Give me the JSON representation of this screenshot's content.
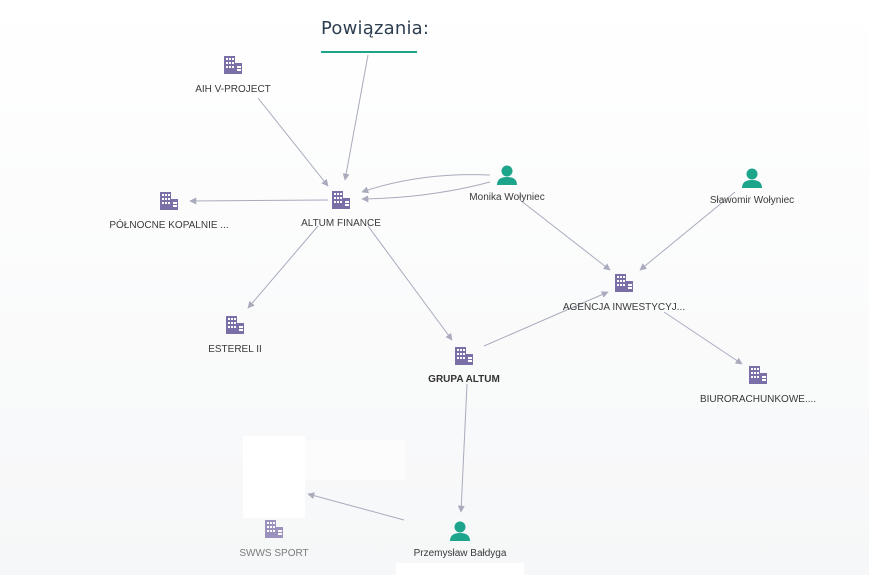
{
  "title": "Powiązania:",
  "colors": {
    "accent": "#1da58c",
    "company_icon": "#7b6fa8",
    "person_icon": "#1da58c",
    "edge": "#a9abbd",
    "title": "#2d3e50"
  },
  "nodes": [
    {
      "id": "aih",
      "type": "company",
      "label": "AIH V-PROJECT"
    },
    {
      "id": "altum_finance",
      "type": "company",
      "label": "ALTUM FINANCE"
    },
    {
      "id": "polnocne",
      "type": "company",
      "label": "PÓŁNOCNE KOPALNIE ..."
    },
    {
      "id": "esterel",
      "type": "company",
      "label": "ESTEREL II"
    },
    {
      "id": "grupa_altum",
      "type": "company",
      "label": "GRUPA ALTUM",
      "emphasis": "bold"
    },
    {
      "id": "agencja",
      "type": "company",
      "label": "AGENCJA INWESTYCYJ..."
    },
    {
      "id": "biurorachunkowe",
      "type": "company",
      "label": "BIURORACHUNKOWE...."
    },
    {
      "id": "swws",
      "type": "company",
      "label": "SWWS SPORT",
      "emphasis": "dim"
    },
    {
      "id": "monika",
      "type": "person",
      "label": "Monika Wołyniec"
    },
    {
      "id": "slawomir",
      "type": "person",
      "label": "Sławomir Wołyniec"
    },
    {
      "id": "przemyslaw",
      "type": "person",
      "label": "Przemysław Bałdyga"
    }
  ],
  "edges": [
    {
      "from": "title",
      "to": "altum_finance"
    },
    {
      "from": "aih",
      "to": "altum_finance"
    },
    {
      "from": "altum_finance",
      "to": "polnocne"
    },
    {
      "from": "monika",
      "to": "altum_finance"
    },
    {
      "from": "monika",
      "to": "altum_finance"
    },
    {
      "from": "altum_finance",
      "to": "esterel"
    },
    {
      "from": "altum_finance",
      "to": "grupa_altum"
    },
    {
      "from": "monika",
      "to": "agencja"
    },
    {
      "from": "slawomir",
      "to": "agencja"
    },
    {
      "from": "grupa_altum",
      "to": "agencja"
    },
    {
      "from": "agencja",
      "to": "biurorachunkowe"
    },
    {
      "from": "grupa_altum",
      "to": "przemyslaw"
    },
    {
      "from": "przemyslaw",
      "to": "swws"
    }
  ]
}
